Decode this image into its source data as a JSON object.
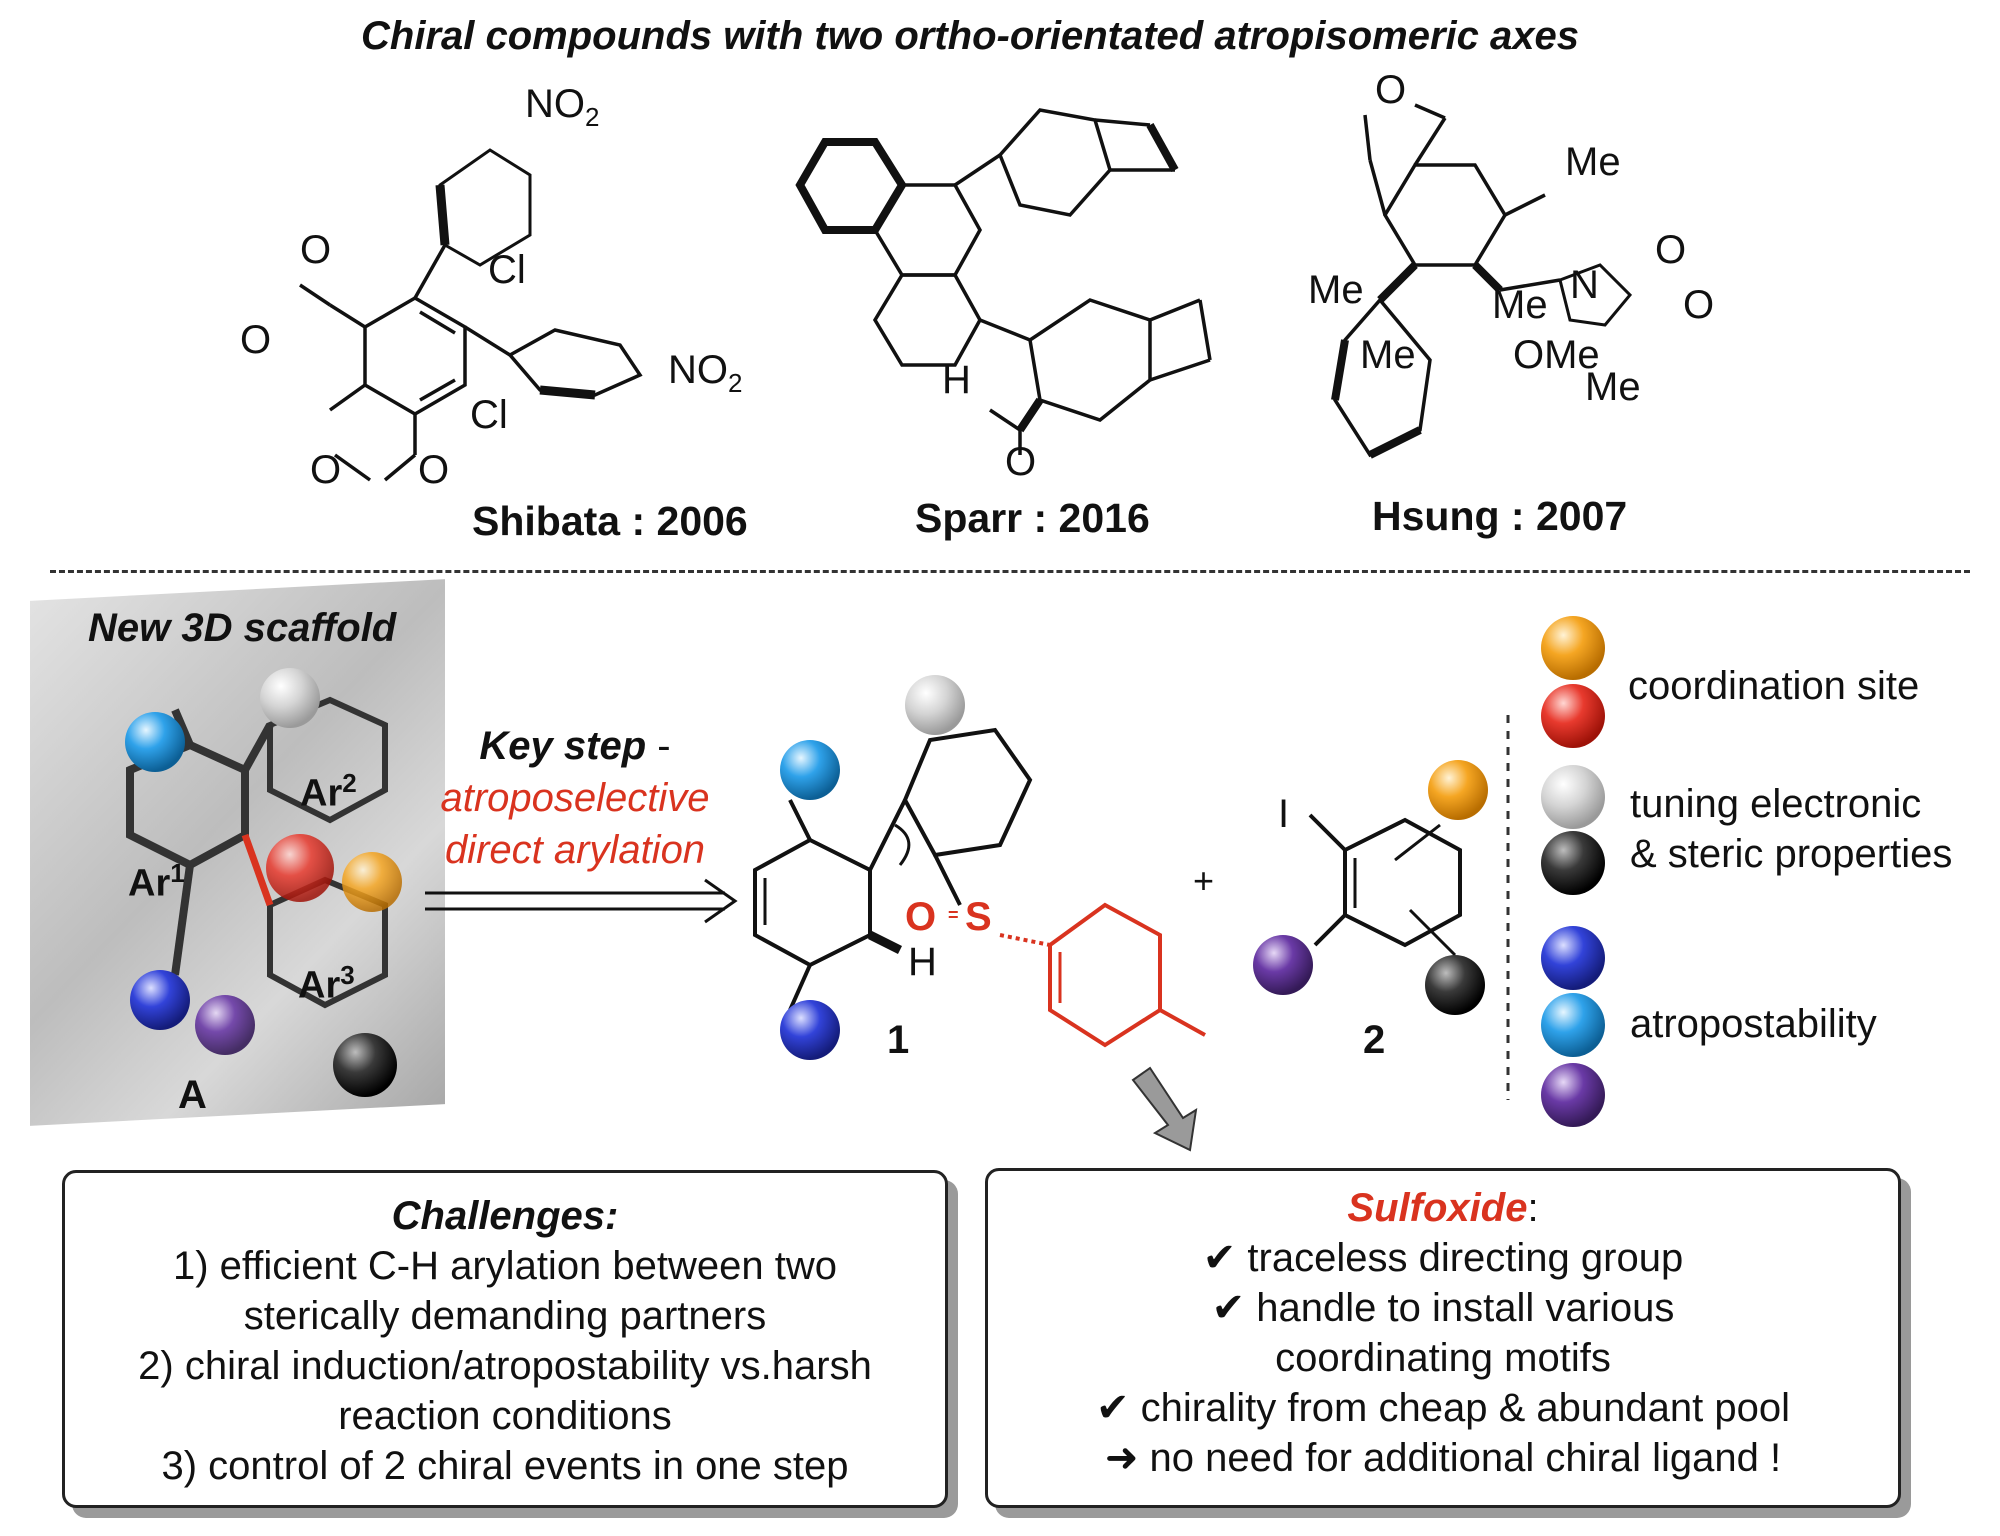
{
  "title": "Chiral compounds with two ortho-orientated atropisomeric axes",
  "compounds": [
    {
      "ref": "Shibata : 2006",
      "labels": {
        "no2_top": "NO",
        "no2_top_sub": "2",
        "cl_top": "Cl",
        "no2_right": "NO",
        "no2_right_sub": "2",
        "cl_bottom": "Cl",
        "o1": "O",
        "o2": "O",
        "o3": "O",
        "o4": "O"
      }
    },
    {
      "ref": "Sparr : 2016",
      "labels": {
        "h": "H",
        "o": "O"
      }
    },
    {
      "ref": "Hsung : 2007",
      "labels": {
        "o_top": "O",
        "me1": "Me",
        "me2": "Me",
        "n": "N",
        "o_carbonyl": "O",
        "o_ring": "O",
        "me3": "Me",
        "me4": "Me",
        "ome": "OMe",
        "me5": "Me"
      }
    }
  ],
  "scaffold": {
    "title": "New 3D scaffold",
    "ar1": "Ar",
    "ar1_sup": "1",
    "ar2": "Ar",
    "ar2_sup": "2",
    "ar3": "Ar",
    "ar3_sup": "3",
    "label": "A"
  },
  "keystep": {
    "bold": "Key step",
    "dash": " -",
    "line2": "atroposelective",
    "line3": "direct arylation"
  },
  "reactants": {
    "r1": {
      "number": "1",
      "h": "H",
      "s": "S",
      "o": "O"
    },
    "plus": "+",
    "r2": {
      "number": "2",
      "i": "I"
    }
  },
  "legend": {
    "coordination": "coordination site",
    "tuning1": "tuning electronic",
    "tuning2": "& steric properties",
    "atropo": "atropostability"
  },
  "colors": {
    "orange": "#f5a623",
    "red": "#e83a2e",
    "lightgray": "#d4d4d4",
    "black": "#2a2a2a",
    "blue": "#3243d9",
    "skyblue": "#2fa2ea",
    "purple": "#6a3aa6",
    "accent_red": "#d9331f"
  },
  "challenges": {
    "title": "Challenges:",
    "lines": [
      "1) efficient C-H arylation between two",
      "sterically demanding partners",
      "2) chiral induction/atropostability vs.harsh",
      "reaction conditions",
      "3) control of 2 chiral events in one step"
    ]
  },
  "sulfoxide": {
    "title": "Sulfoxide",
    "colon": ":",
    "lines": [
      "✔ traceless directing group",
      "✔ handle to install various",
      "coordinating motifs",
      "✔ chirality from cheap & abundant pool",
      "➜ no need for additional chiral ligand !"
    ]
  }
}
